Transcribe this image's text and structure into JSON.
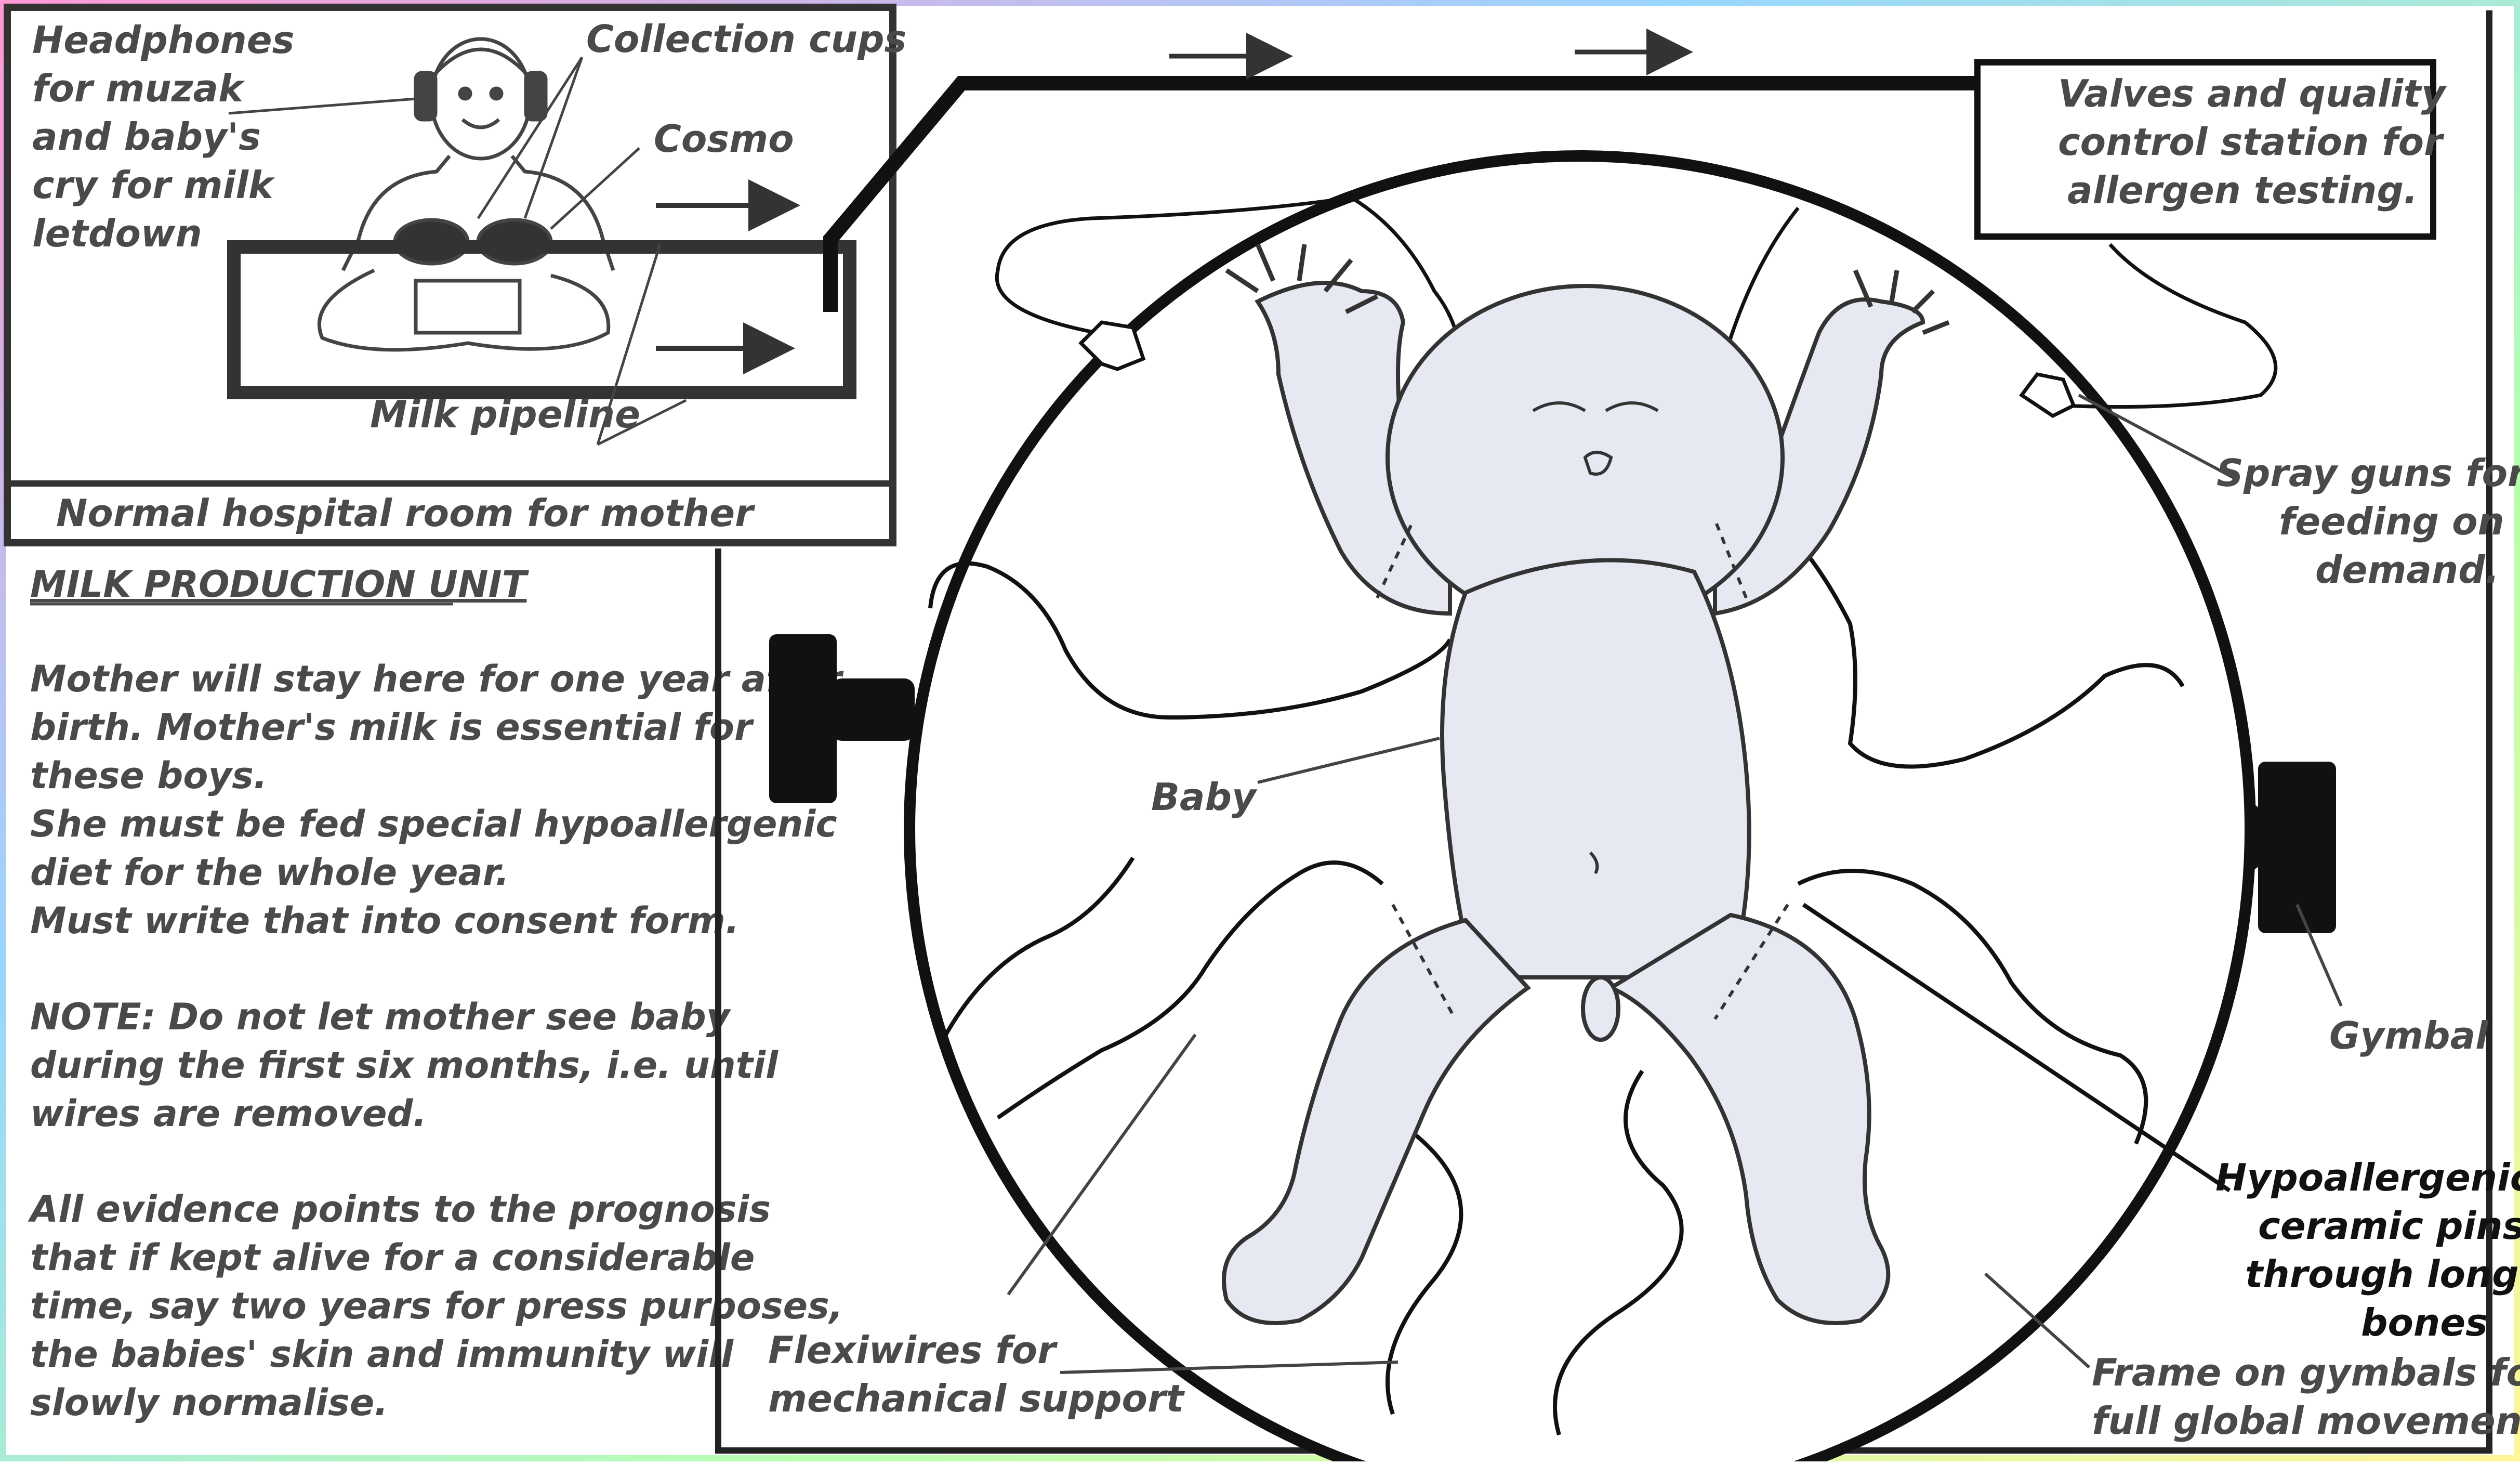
{
  "labels": {
    "headphones": [
      "Headphones",
      "for muzak",
      "and baby's",
      "cry for milk",
      "letdown"
    ],
    "collection_cups": "Collection cups",
    "cosmo": "Cosmo",
    "milk_pipeline": "Milk pipeline",
    "hospital_room": "Normal hospital room for mother",
    "valves": [
      "Valves and quality",
      "control station for",
      "allergen testing."
    ],
    "spray_guns": [
      "Spray guns for",
      "feeding on",
      "demand."
    ],
    "baby": "Baby",
    "gymbal": "Gymbal",
    "pins": [
      "Hypoallergenic",
      "ceramic pins",
      "through long",
      "bones"
    ],
    "frame": [
      "Frame on gymbals for",
      "full global movement."
    ],
    "flexiwires": [
      "Flexiwires for",
      "mechanical support"
    ]
  },
  "notes": {
    "heading": "MILK PRODUCTION UNIT",
    "para1": [
      "Mother will stay here for one year after",
      "birth. Mother's milk is essential for",
      "these boys.",
      "She must be fed special hypoallergenic",
      "diet for the whole year.",
      "Must write that into consent form."
    ],
    "para2": [
      "NOTE: Do not let mother see baby",
      "during the first six months, i.e. until",
      "wires are removed."
    ],
    "para3": [
      " All evidence points to the prognosis",
      "that if kept alive for a considerable",
      "time, say two years for press purposes,",
      "the babies' skin and immunity will",
      "slowly normalise."
    ]
  },
  "colors": {
    "ink": "#111111",
    "label": "#4a4a4a",
    "baby_fill": "#e6e8f2",
    "border_gradient": [
      "#ff9ad5",
      "#9ad5ff",
      "#b8ffb0",
      "#fff59a"
    ]
  }
}
